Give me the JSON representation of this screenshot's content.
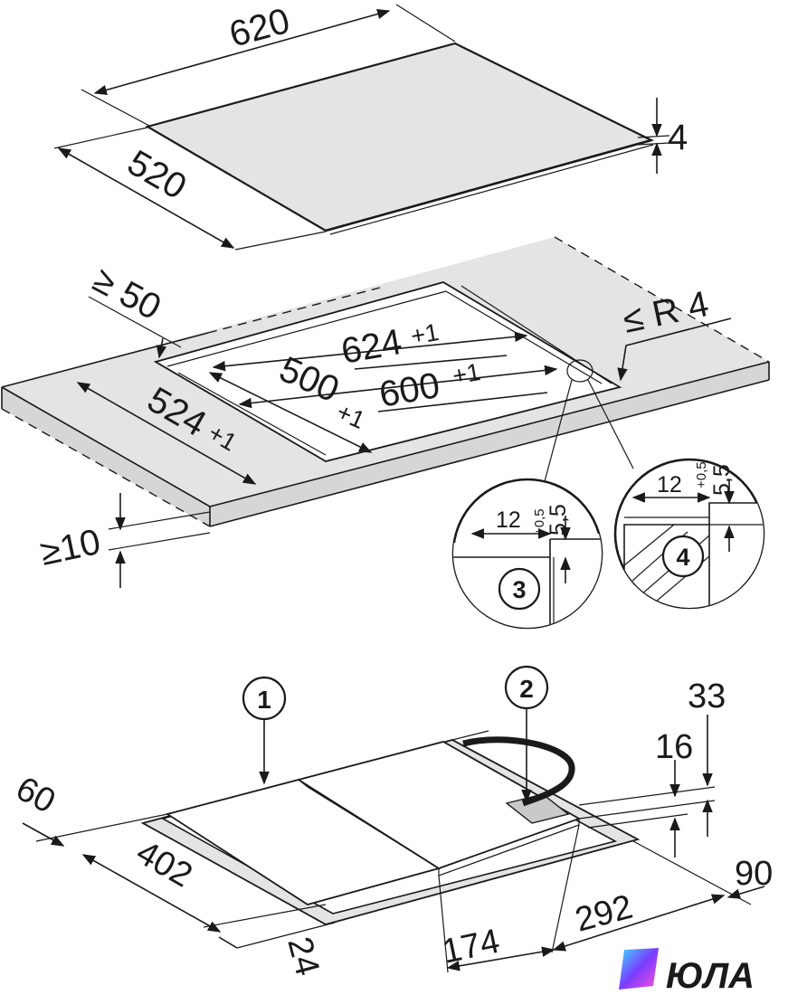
{
  "hob": {
    "width": "620",
    "depth": "520",
    "thickness": "4"
  },
  "cutout": {
    "min_front_gap": "≥ 50",
    "cut_width": "624",
    "cut_width_tol": "+1",
    "inner_width": "600",
    "inner_width_tol": "+1",
    "inner_depth": "500",
    "inner_depth_tol": "+1",
    "cut_depth": "524",
    "cut_depth_tol": "+1",
    "corner_radius": "≤ R 4",
    "min_thickness": "≥10"
  },
  "details": [
    {
      "marker": "3",
      "rebate_width": "12",
      "rebate_depth": "5,5",
      "rebate_tol": "+0,5"
    },
    {
      "marker": "4",
      "rebate_width": "12",
      "rebate_depth": "5,5",
      "rebate_tol": "+0,5"
    }
  ],
  "bottom": {
    "callouts": [
      "1",
      "2"
    ],
    "dims": {
      "d60": "60",
      "d402": "402",
      "d24": "24",
      "d174": "174",
      "d292": "292",
      "d90": "90",
      "d16": "16",
      "d33": "33"
    }
  },
  "logo": {
    "text": "ЮЛА",
    "colors": [
      "#3ee0ff",
      "#7a3cff",
      "#ff4fd8"
    ]
  }
}
